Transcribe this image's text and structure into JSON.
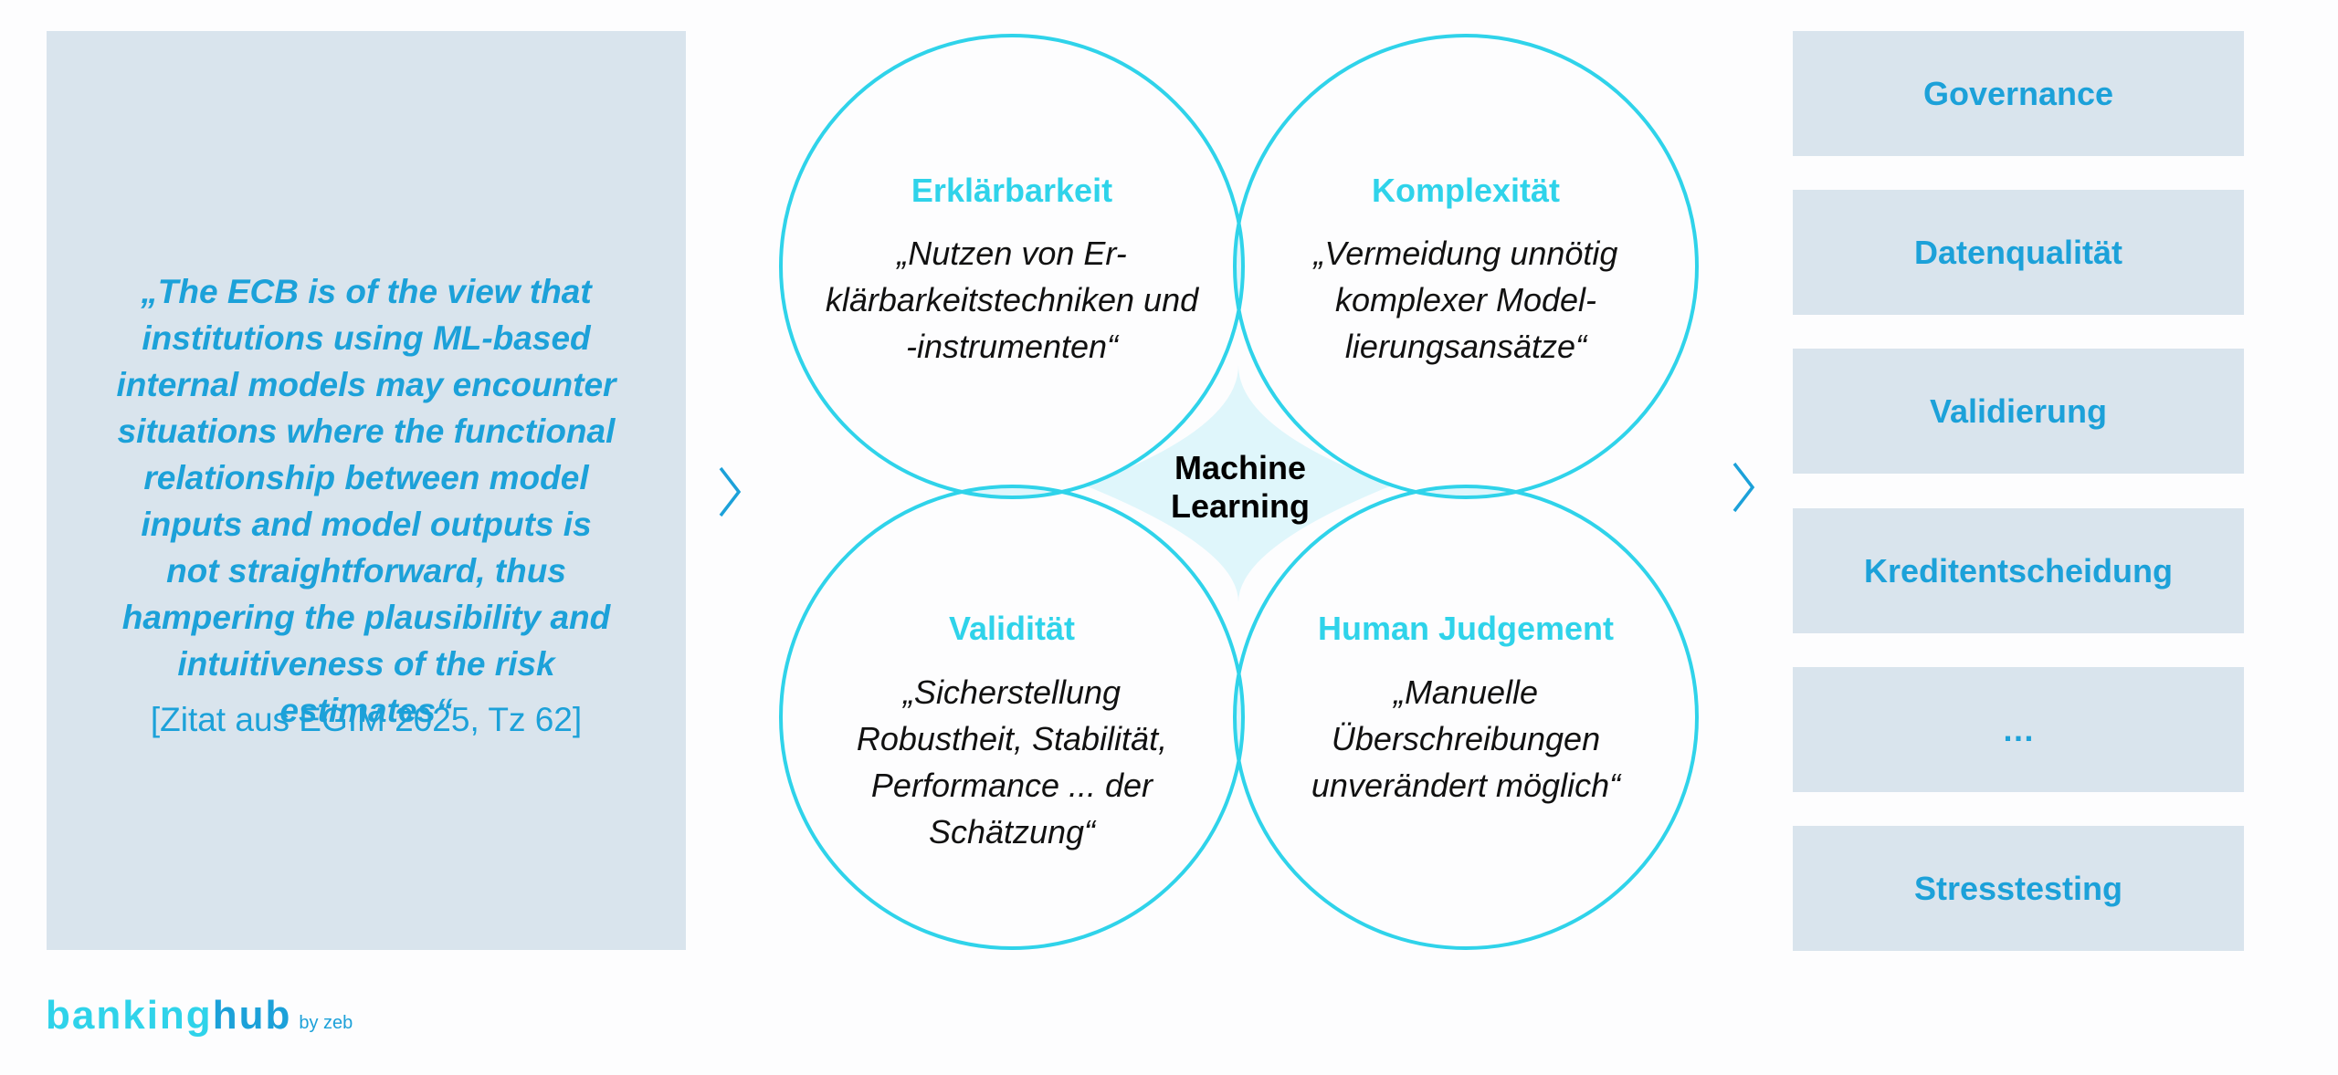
{
  "quote": {
    "text": "„The ECB is of the view that institutions using ML-based internal models may encounter situations where the functional relationship between model inputs and model outputs is not straightforward, thus hampering the plausibility and intuitiveness of the risk estimates“",
    "source": "[Zitat aus EGIM 2025, Tz 62]"
  },
  "venn": {
    "center_line1": "Machine",
    "center_line2": "Learning",
    "circles": [
      {
        "title": "Erklärbarkeit",
        "body_lines": [
          "„Nutzen von Er-",
          "klärbarkeitstechniken und",
          "-instrumenten“"
        ]
      },
      {
        "title": "Komplexität",
        "body_lines": [
          "„Vermeidung unnötig",
          "komplexer Model-",
          "lierungsansätze“"
        ]
      },
      {
        "title": "Validität",
        "body_lines": [
          "„Sicherstellung",
          "Robustheit, Stabilität,",
          "Performance ... der",
          "Schätzung“"
        ]
      },
      {
        "title": "Human Judgement",
        "body_lines": [
          "„Manuelle",
          "Überschreibungen",
          "unverändert möglich“"
        ]
      }
    ]
  },
  "right_boxes": [
    "Governance",
    "Datenqualität",
    "Validierung",
    "Kreditentscheidung",
    "…",
    "Stresstesting"
  ],
  "logo": {
    "main_a": "banking",
    "main_b": "hub",
    "sub": "by zeb"
  },
  "colors": {
    "accent": "#2fd3ea",
    "text_blue": "#1ca1d9",
    "panel": "#d9e4ed",
    "overlap": "#dff6fb"
  }
}
